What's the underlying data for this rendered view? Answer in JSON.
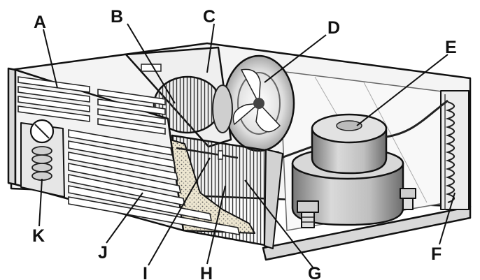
{
  "labels": {
    "a": "A",
    "b": "B",
    "c": "C",
    "d": "D",
    "e": "E",
    "f": "F",
    "g": "G",
    "h": "H",
    "i": "I",
    "j": "J",
    "k": "K"
  },
  "colors": {
    "ink": "#111111",
    "paper": "#ffffff",
    "light_gray": "#ececec",
    "mid_gray": "#d4d4d4",
    "dark_gray": "#9a9a9a",
    "filter": "#e9e3cf"
  }
}
